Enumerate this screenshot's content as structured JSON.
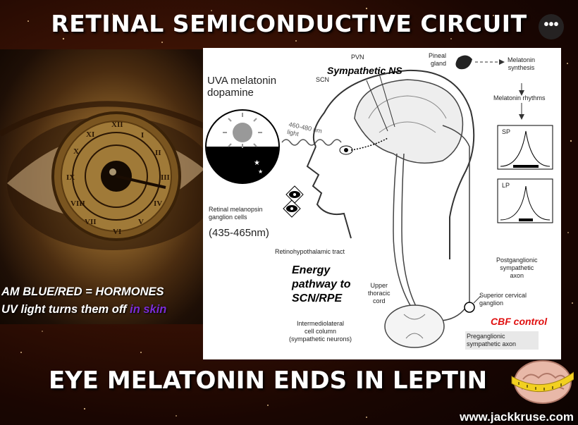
{
  "title": "RETINAL SEMICONDUCTIVE CIRCUIT",
  "bottom_title": "EYE MELATONIN ENDS IN LEPTIN",
  "footer_url": "www.jackkruse.com",
  "more_button": "•••",
  "eye_caption": {
    "line1": "AM BLUE/RED = HORMONES",
    "line2_main": "UV light turns them off ",
    "line2_highlight": "in skin"
  },
  "diagram": {
    "uva_label_line1": "UVA melatonin",
    "uva_label_line2": "dopamine",
    "light_band_line1": "460-480 nm",
    "light_band_line2": "light",
    "scn": "SCN",
    "pvn": "PVN",
    "sympathetic_ns": "Sympathetic NS",
    "pineal_line1": "Pineal",
    "pineal_line2": "gland",
    "melatonin_synthesis_line1": "Melatonin",
    "melatonin_synthesis_line2": "synthesis",
    "melatonin_rhythms": "Melatonin rhythms",
    "sp": "SP",
    "lp": "LP",
    "retinal_cells_line1": "Retinal melanopsin",
    "retinal_cells_line2": "ganglion cells",
    "wavelength_range": "(435-465nm)",
    "rht": "Retinohypothalamic tract",
    "energy_line1": "Energy",
    "energy_line2": "pathway to",
    "energy_line3": "SCN/RPE",
    "upper_thoracic_line1": "Upper",
    "upper_thoracic_line2": "thoracic",
    "upper_thoracic_line3": "cord",
    "postganglionic_line1": "Postganglionic",
    "postganglionic_line2": "sympathetic",
    "postganglionic_line3": "axon",
    "superior_cervical_line1": "Superior cervical",
    "superior_cervical_line2": "ganglion",
    "cbf_control": "CBF control",
    "intermediolateral_line1": "Intermediolateral",
    "intermediolateral_line2": "cell column",
    "intermediolateral_line3": "(sympathetic neurons)",
    "preganglionic_line1": "Preganglionic",
    "preganglionic_line2": "sympathetic axon"
  },
  "colors": {
    "cbf_red": "#e01010",
    "skin_purple": "#7a2cd6",
    "background_dark": "#1a0602"
  }
}
